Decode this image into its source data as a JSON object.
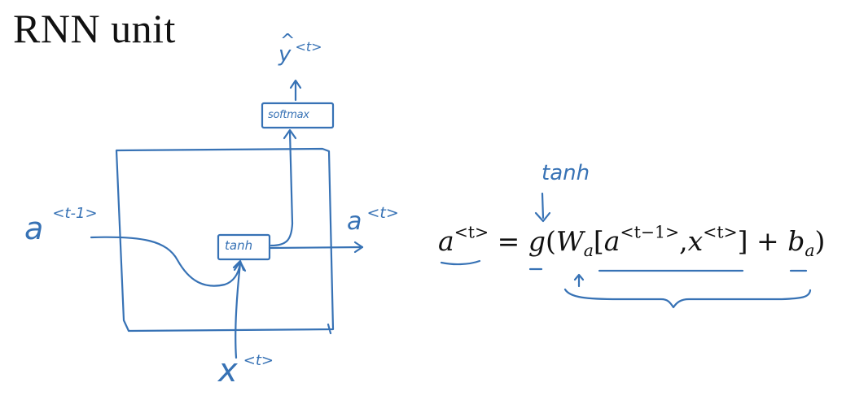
{
  "title": "RNN unit",
  "diagram": {
    "input_prev_activation": {
      "base": "a",
      "superscript": "<t-1>"
    },
    "input_x": {
      "base": "x",
      "superscript": "<t>"
    },
    "output_activation": {
      "base": "a",
      "superscript": "<t>"
    },
    "output_y": {
      "base": "y",
      "hat": "^",
      "superscript": "<t>"
    },
    "tanh_box_label": "tanh",
    "softmax_box_label": "softmax"
  },
  "formula": {
    "lhs_base": "a",
    "lhs_sup": "<t>",
    "equals": "=",
    "g": "g",
    "open_paren": "(",
    "w_base": "W",
    "w_sub": "a",
    "open_bracket": "[",
    "a_base": "a",
    "a_sup": "<t−1>",
    "comma": ",",
    "x_base": "x",
    "x_sup": "<t>",
    "close_bracket": "]",
    "plus": "+",
    "b_base": "b",
    "b_sub": "a",
    "close_paren": ")"
  },
  "annotation": {
    "activation_label": "tanh"
  },
  "colors": {
    "ink": "#3772b5",
    "text": "#111111"
  }
}
